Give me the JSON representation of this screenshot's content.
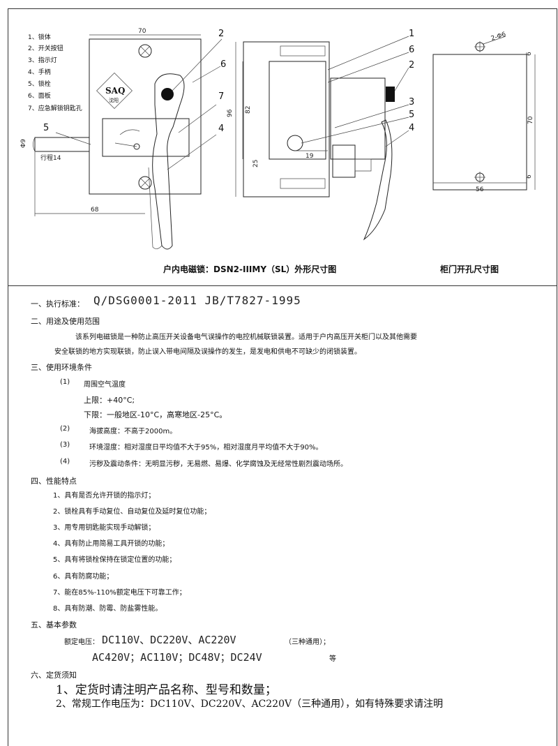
{
  "legend": [
    "1、锁体",
    "2、开关按钮",
    "3、指示灯",
    "4、手柄",
    "5、锁栓",
    "6、面板",
    "7、应急解锁钥匙孔"
  ],
  "drawing": {
    "dims": {
      "width_70": "70",
      "bolt_dia": "Φ9",
      "bolt_len": "行程14",
      "offset_68": "68",
      "height_96": "96",
      "height_82": "82",
      "dim_25": "25",
      "dim_19": "19",
      "hole_spec": "2-Φ6",
      "cut_70": "70",
      "cut_56": "56",
      "cut_6a": "6",
      "cut_6b": "6"
    },
    "callouts": [
      "1",
      "2",
      "3",
      "4",
      "5",
      "6",
      "7"
    ],
    "logo_text": "沈阳"
  },
  "captions": {
    "main": "户内电磁锁：DSN2-IIIMY（SL）外形尺寸图",
    "cutout": "柜门开孔尺寸图"
  },
  "sections": {
    "standard": {
      "heading": "一、执行标准：",
      "codes": "Q/DSG0001-2011    JB/T7827-1995"
    },
    "usage": {
      "heading": "二、用途及使用范围",
      "line1": "该系列电磁锁是一种防止高压开关设备电气误操作的电控机械联锁装置。适用于户内高压开关柜门以及其他需要",
      "line2": "安全联锁的地方实现联锁，防止误入带电间隔及误操作的发生，是发电和供电不可缺少的闭锁装置。"
    },
    "env": {
      "heading": "三、使用环境条件",
      "items": [
        {
          "num": "(1)",
          "text": "周围空气温度"
        },
        {
          "num": "",
          "text": "上限：+40°C;"
        },
        {
          "num": "",
          "text": "下限：一般地区-10°C，高寒地区-25°C。"
        },
        {
          "num": "(2)",
          "text": "海拔高度：不高于2000m。"
        },
        {
          "num": "(3)",
          "text": "环境湿度：相对湿度日平均值不大于95%，相对湿度月平均值不大于90%。"
        },
        {
          "num": "(4)",
          "text": "污秽及震动条件：无明显污秽，无易燃、易爆、化学腐蚀及无经常性剧烈震动场所。"
        }
      ]
    },
    "features": {
      "heading": "四、性能特点",
      "items": [
        "1、具有是否允许开锁的指示灯；",
        "2、锁栓具有手动复位、自动复位及延时复位功能；",
        "3、用专用钥匙能实现手动解锁；",
        "4、具有防止用简易工具开锁的功能；",
        "5、具有将锁栓保持在锁定位置的功能；",
        "6、具有防腐功能；",
        "7、能在85%-110%额定电压下可靠工作；",
        "8、具有防潮、防霉、防盐雾性能。"
      ]
    },
    "params": {
      "heading": "五、基本参数",
      "label": "额定电压：",
      "line1": "DC110V、DC220V、AC220V",
      "note": "（三种通用）；",
      "line2": "AC420V；AC110V；DC48V；DC24V",
      "suffix": "等"
    },
    "order": {
      "heading": "六、定货须知",
      "items": [
        "1、定货时请注明产品名称、型号和数量；",
        "2、常规工作电压为：DC110V、DC220V、AC220V（三种通用），如有特殊要求请注明"
      ]
    }
  }
}
